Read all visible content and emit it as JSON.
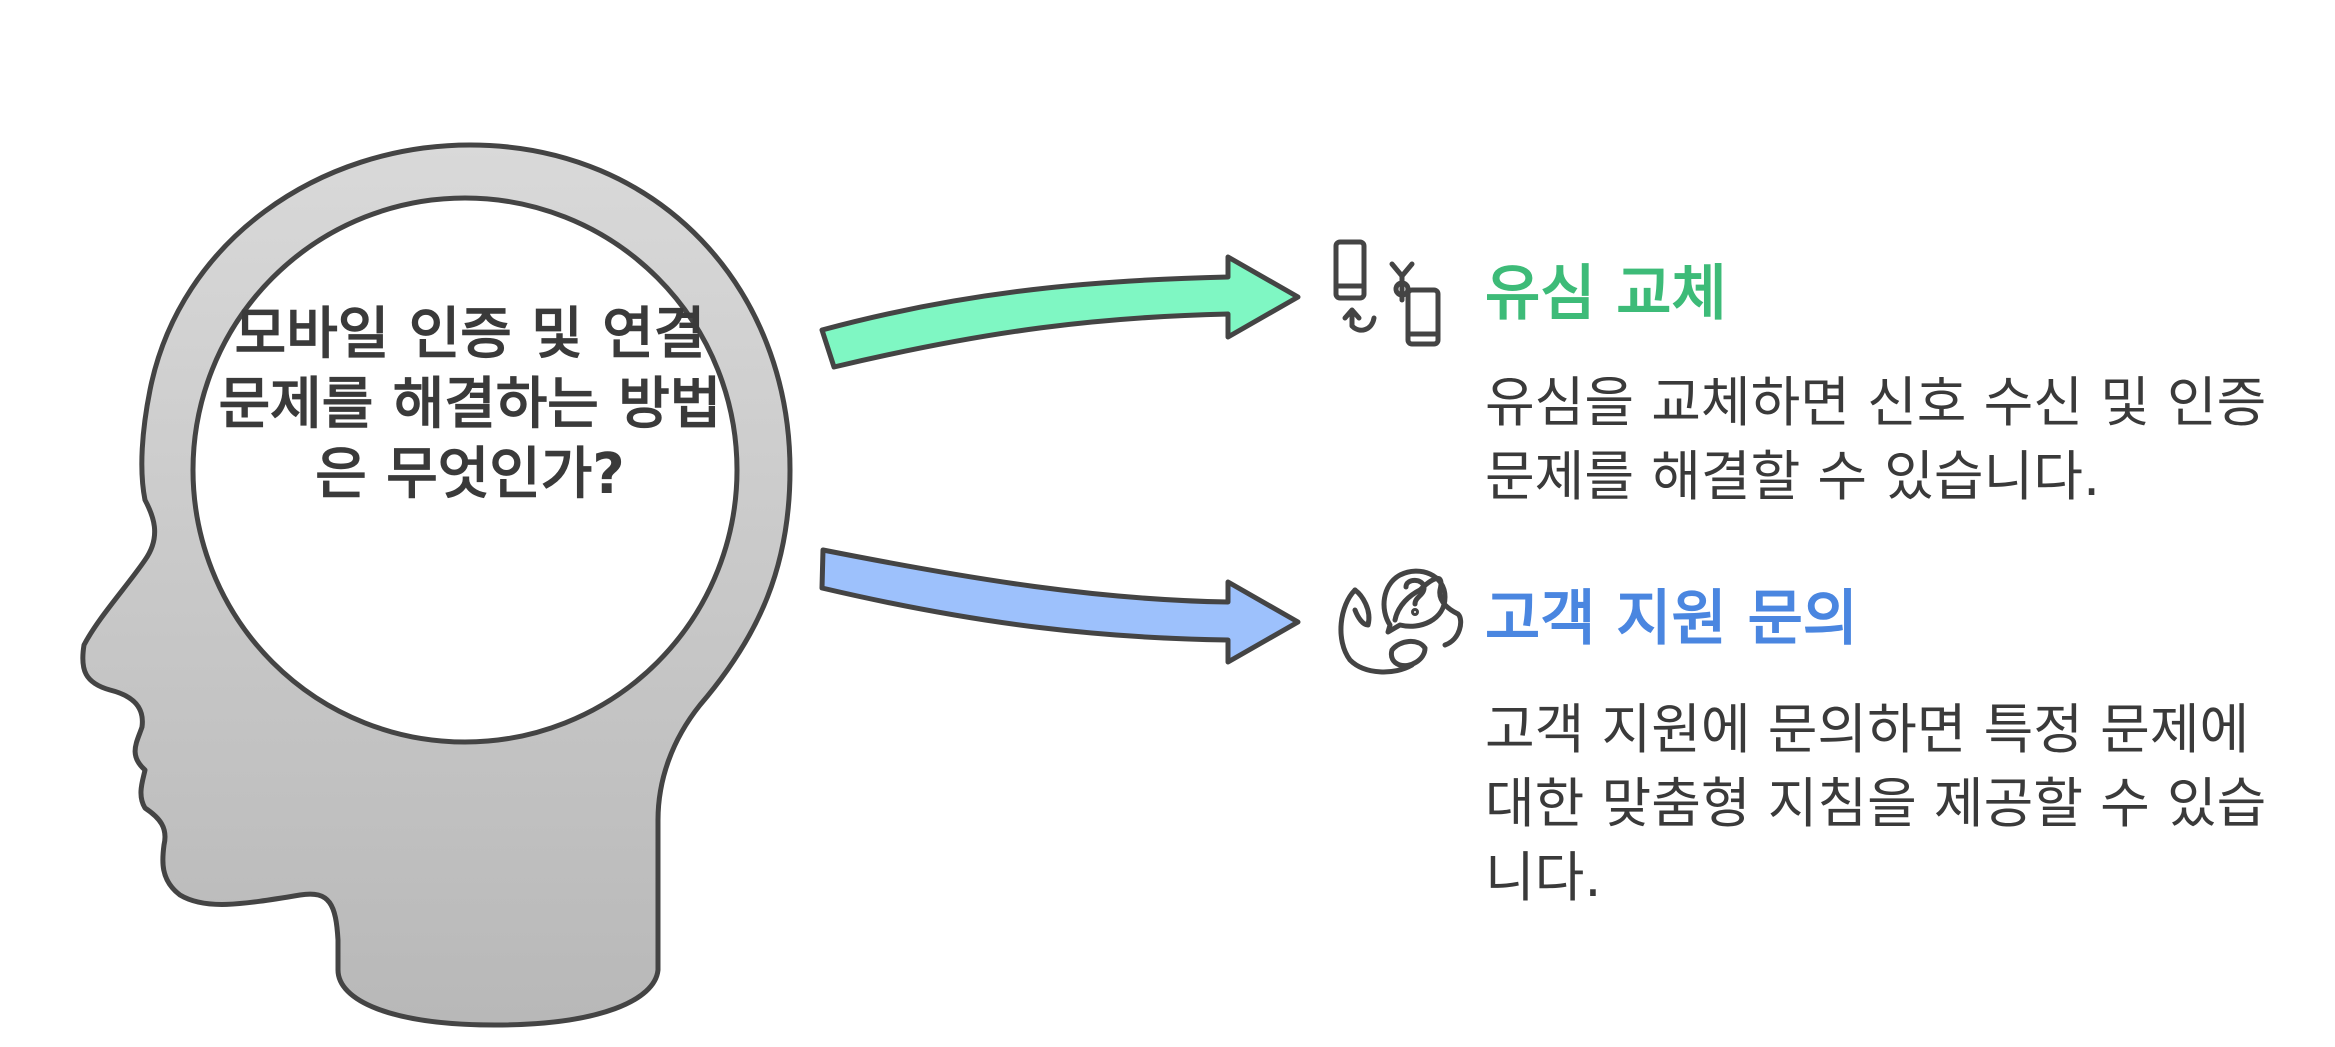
{
  "question": "모바일 인증 및 연결 문제를 해결하는 방법은 무엇인가?",
  "options": [
    {
      "title": "유심 교체",
      "description": "유심을 교체하면 신호 수신 및 인증 문제를 해결할 수 있습니다.",
      "icon": "sim-swap-icon",
      "color": "#3dbb78",
      "arrow_color": "#7ff7c3"
    },
    {
      "title": "고객 지원 문의",
      "description": "고객 지원에 문의하면 특정 문제에 대한 맞춤형 지침을 제공할 수 있습니다.",
      "icon": "customer-support-icon",
      "color": "#4a86e0",
      "arrow_color": "#9dc1fc"
    }
  ],
  "colors": {
    "outline": "#444444",
    "head_top": "#d9d9d9",
    "head_bottom": "#b8b8b8",
    "text": "#3a3a3a"
  }
}
